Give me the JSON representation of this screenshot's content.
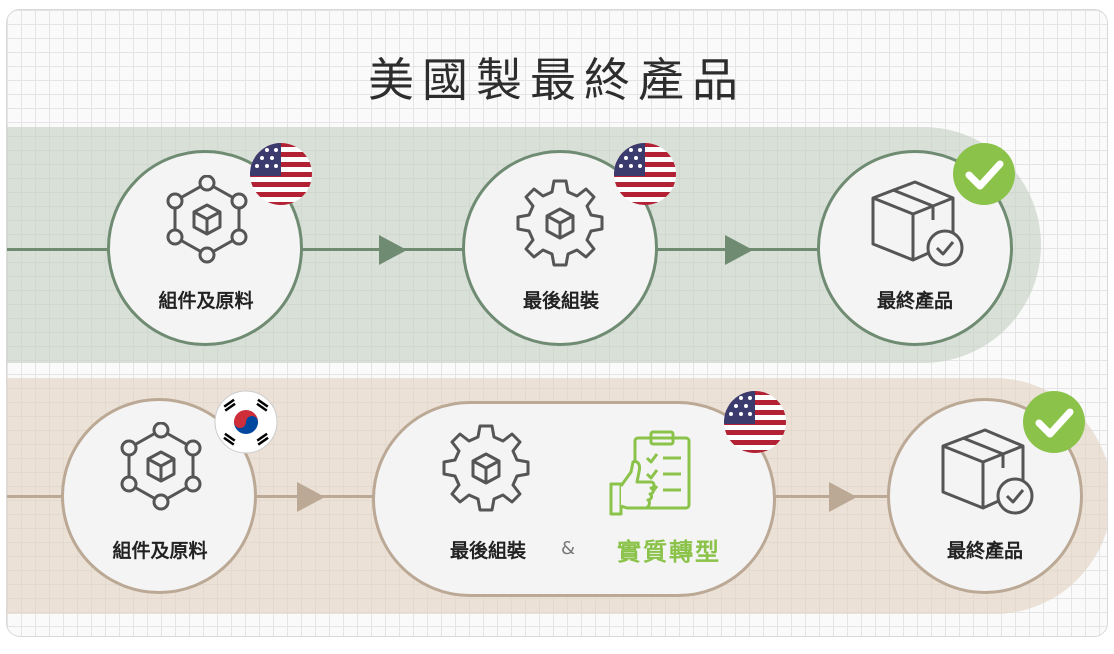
{
  "title": "美國製最終產品",
  "us_flow": {
    "nodes": [
      {
        "label": "組件及原料",
        "icon": "components-network-icon",
        "flag": "us-flag-icon"
      },
      {
        "label": "最後組裝",
        "icon": "gear-assembly-icon",
        "flag": "us-flag-icon"
      },
      {
        "label": "最終產品",
        "icon": "package-check-icon",
        "badge": "check-badge-icon"
      }
    ]
  },
  "kr_flow": {
    "nodes": [
      {
        "label": "組件及原料",
        "icon": "components-network-icon",
        "flag": "korea-flag-icon"
      },
      {
        "label": "最後組裝",
        "icon": "gear-assembly-icon",
        "flag": "us-flag-icon"
      },
      {
        "label": "最終產品",
        "icon": "package-check-icon",
        "badge": "check-badge-icon"
      }
    ],
    "connector": "&",
    "transformation_label": "實質轉型",
    "transformation_icon": "clipboard-thumbsup-icon"
  },
  "colors": {
    "us_accent": "#6f8b72",
    "kr_accent": "#bba895",
    "us_band": "#c5d0c4",
    "kr_band": "#e3d4c6",
    "check_green": "#8bc34a",
    "icon_gray": "#555555"
  }
}
